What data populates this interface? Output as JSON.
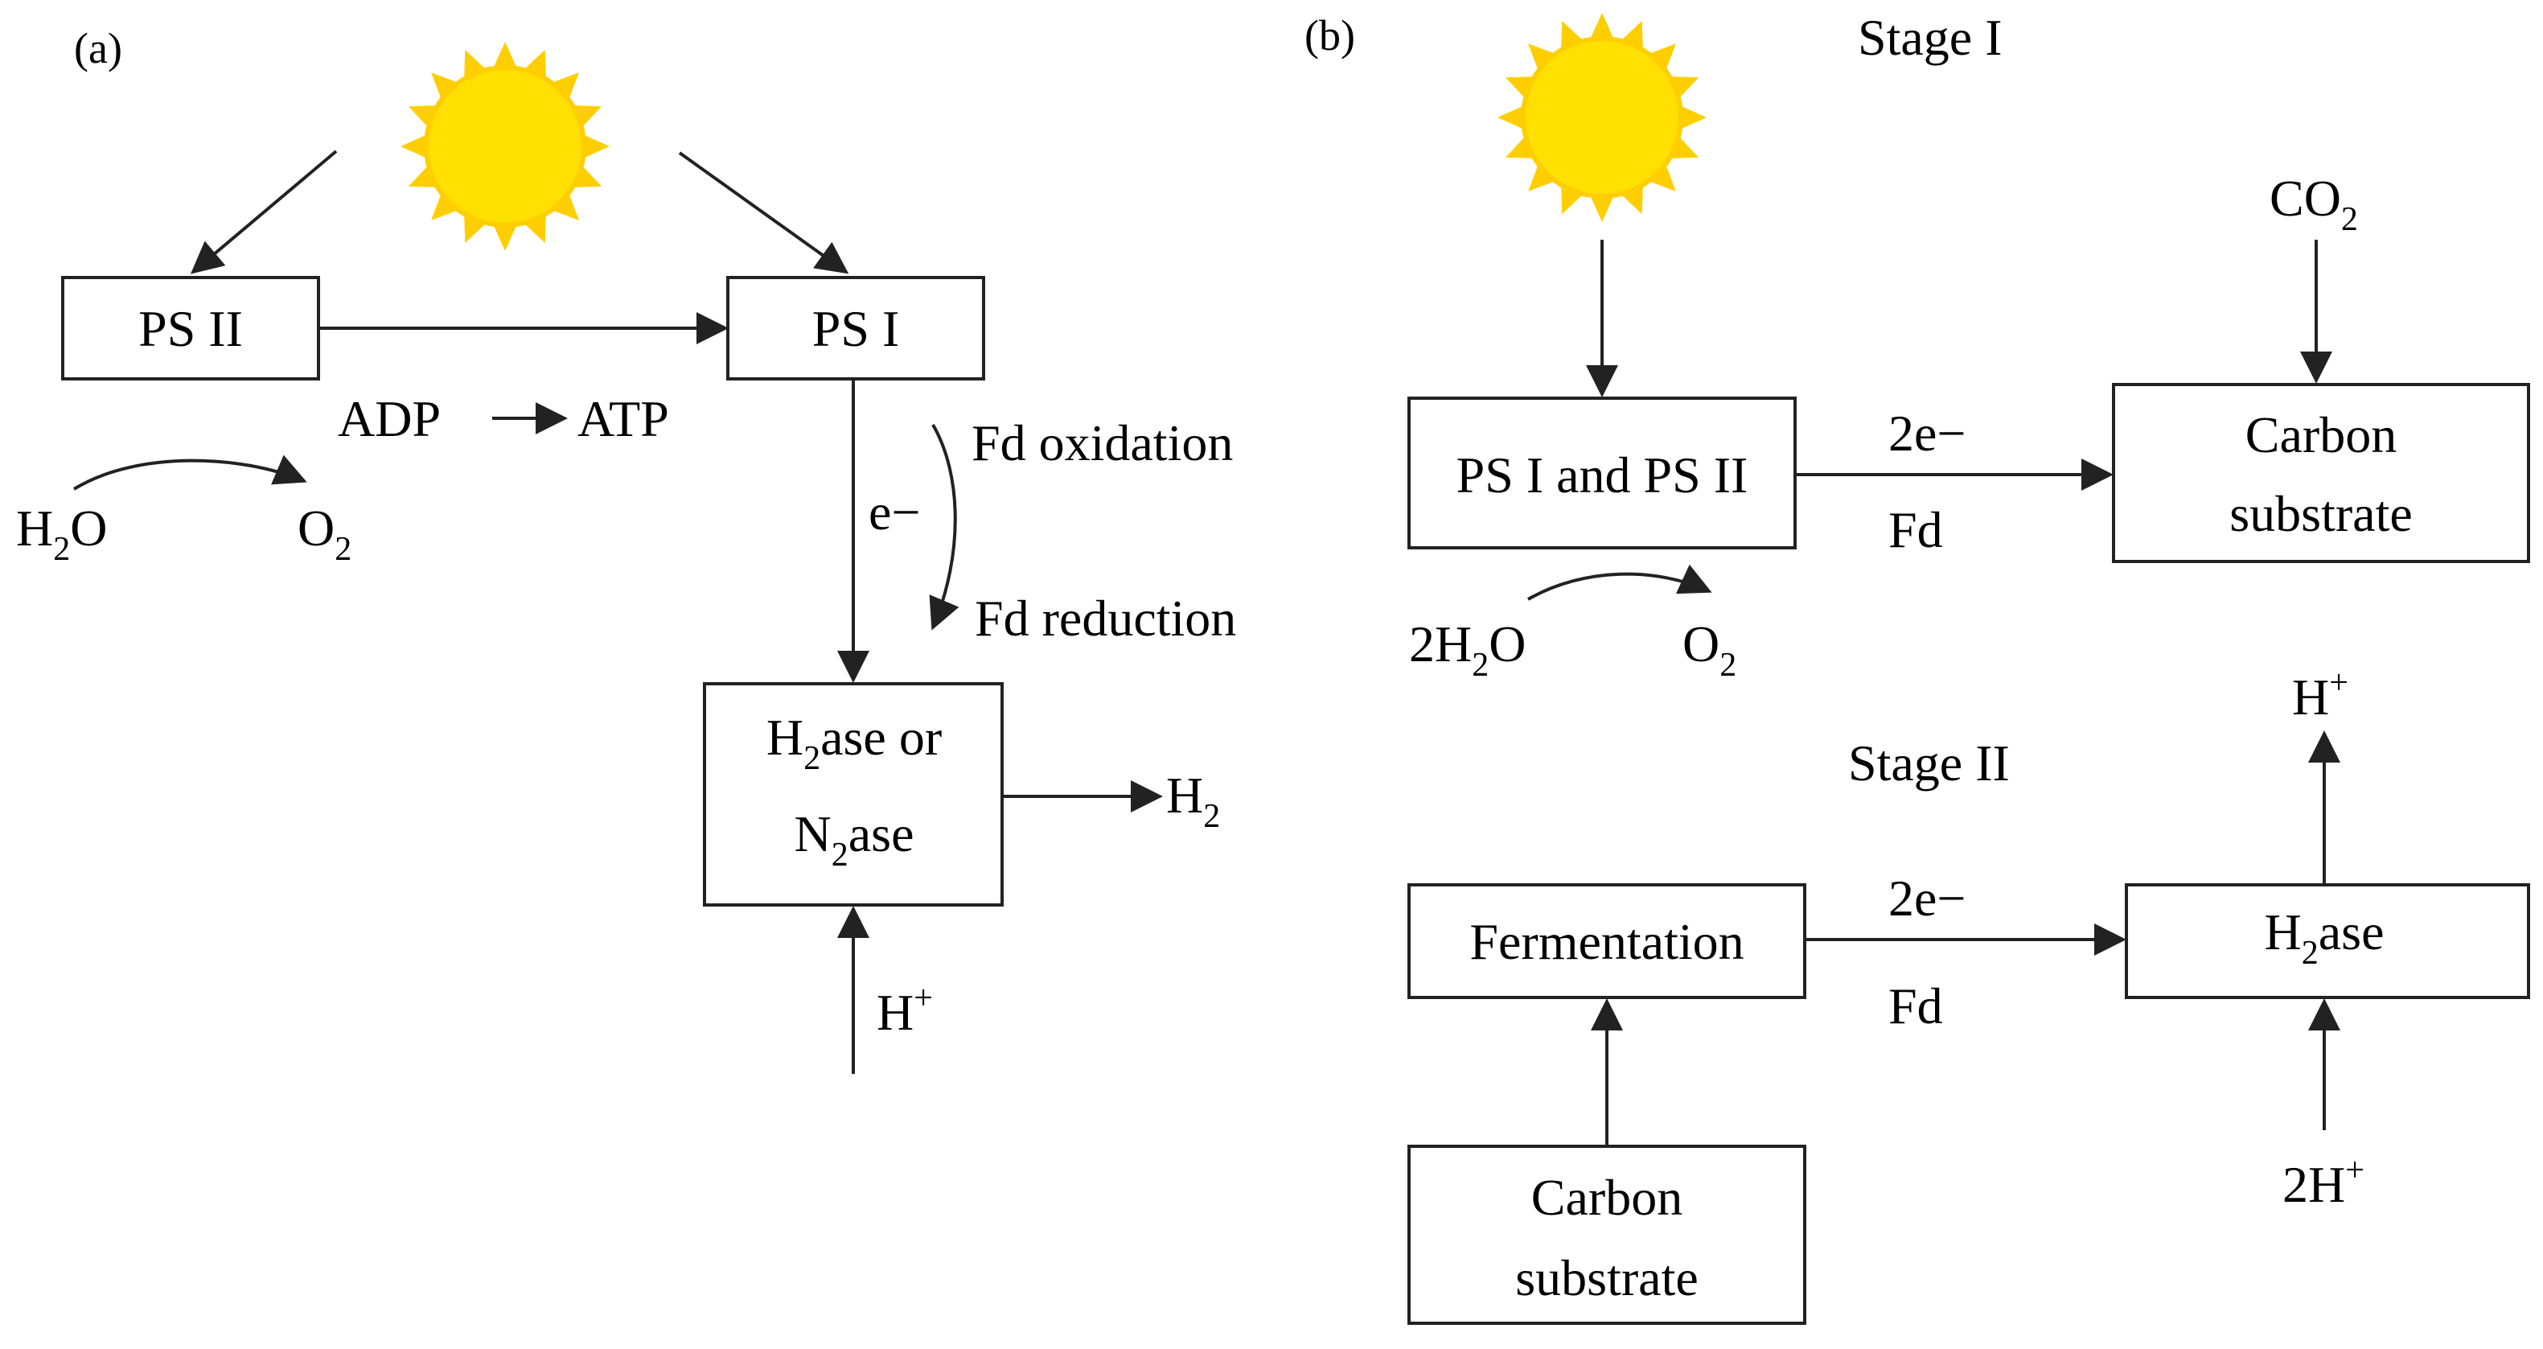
{
  "panel_a": {
    "label": "(a)",
    "sun_icon": "sun-icon",
    "ps2_box": "PS II",
    "ps1_box": "PS I",
    "adp_label": "ADP",
    "atp_label": "ATP",
    "water_main": "H",
    "water_sub": "2",
    "water_tail": "O",
    "oxygen_main": "O",
    "oxygen_sub": "2",
    "electron_label": "e−",
    "fd_oxidation": "Fd oxidation",
    "fd_reduction": "Fd reduction",
    "enzyme_line1_main": "H",
    "enzyme_line1_sub": "2",
    "enzyme_line1_tail": "ase or",
    "enzyme_line2_main": "N",
    "enzyme_line2_sub": "2",
    "enzyme_line2_tail": "ase",
    "hydrogen_main": "H",
    "hydrogen_sub": "2",
    "proton_main": "H",
    "proton_sup": "+"
  },
  "panel_b": {
    "label": "(b)",
    "stage1_title": "Stage I",
    "stage2_title": "Stage II",
    "sun_icon": "sun-icon",
    "ps_box": "PS I and PS II",
    "co2_main": "CO",
    "co2_sub": "2",
    "electrons_1": "2e−",
    "fd_1": "Fd",
    "carbon_box_1_line1": "Carbon",
    "carbon_box_1_line2": "substrate",
    "water_main": "2H",
    "water_sub": "2",
    "water_tail": "O",
    "oxygen_main": "O",
    "oxygen_sub": "2",
    "proton_top_main": "H",
    "proton_top_sup": "+",
    "fermentation_box": "Fermentation",
    "electrons_2": "2e−",
    "fd_2": "Fd",
    "h2ase_main": "H",
    "h2ase_sub": "2",
    "h2ase_tail": "ase",
    "carbon_box_2_line1": "Carbon",
    "carbon_box_2_line2": "substrate",
    "proton_bottom_main": "2H",
    "proton_bottom_sup": "+"
  },
  "colors": {
    "sun_fill": "#FFE000",
    "sun_rays": "#FFCE00",
    "stroke": "#222222"
  }
}
